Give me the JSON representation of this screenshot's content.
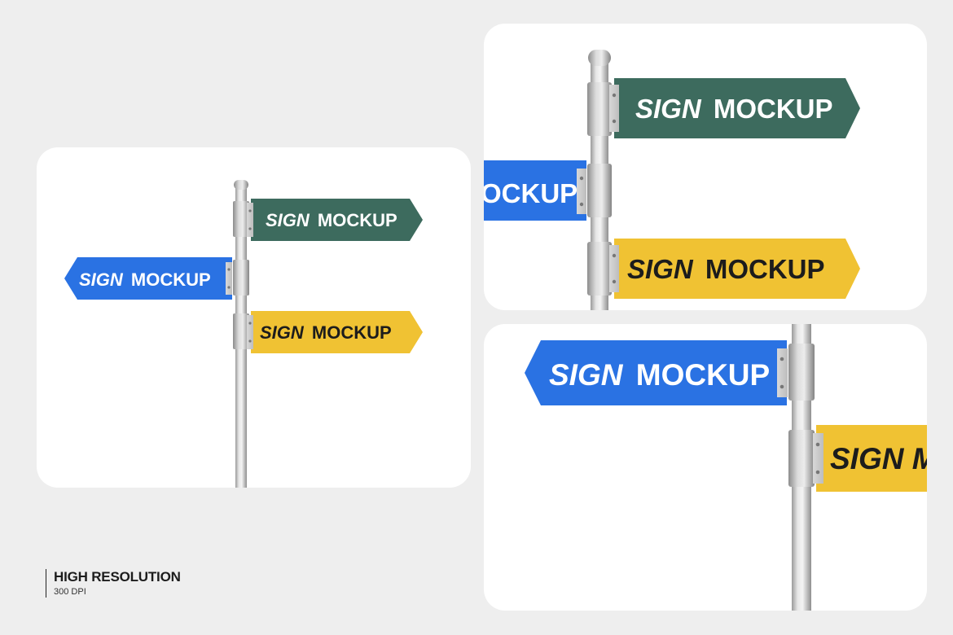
{
  "colors": {
    "background": "#eeeeee",
    "card": "#ffffff",
    "sign_green": "#3d6b5e",
    "sign_blue": "#2a72e3",
    "sign_yellow": "#f0c233",
    "pole_metal": "#c8c8c8"
  },
  "signs": {
    "green_label_italic": "SIGN",
    "green_label_rest": "MOCKUP",
    "blue_label_italic": "SIGN",
    "blue_label_rest": "MOCKUP",
    "yellow_label_italic": "SIGN",
    "yellow_label_rest": "MOCKUP",
    "cropped_blue_label": "OCKUP",
    "cropped_yellow_label": "SIGN M"
  },
  "caption": {
    "title": "HIGH RESOLUTION",
    "subtitle": "300 DPI"
  }
}
